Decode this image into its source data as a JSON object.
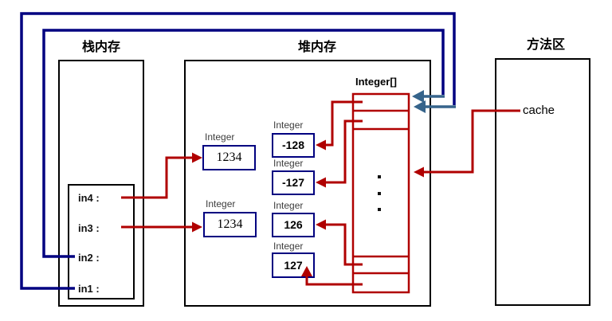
{
  "diagram": {
    "stack": {
      "title": "栈内存",
      "frame_vars": [
        "in4 :",
        "in3 :",
        "in2 :",
        "in1 :"
      ]
    },
    "heap": {
      "title": "堆内存",
      "array_label": "Integer[]",
      "array_ellipsis": "...",
      "objects": [
        {
          "type": "Integer",
          "value": "1234"
        },
        {
          "type": "Integer",
          "value": "1234"
        },
        {
          "type": "Integer",
          "value": "-128"
        },
        {
          "type": "Integer",
          "value": "-127"
        },
        {
          "type": "Integer",
          "value": "126"
        },
        {
          "type": "Integer",
          "value": "127"
        }
      ]
    },
    "method_area": {
      "title": "方法区",
      "cache_label": "cache"
    },
    "colors": {
      "region_border": "#000000",
      "object_border": "#000080",
      "pointer_red": "#b00000",
      "pointer_navy": "#000080",
      "pointer_steel": "#36648b"
    }
  }
}
